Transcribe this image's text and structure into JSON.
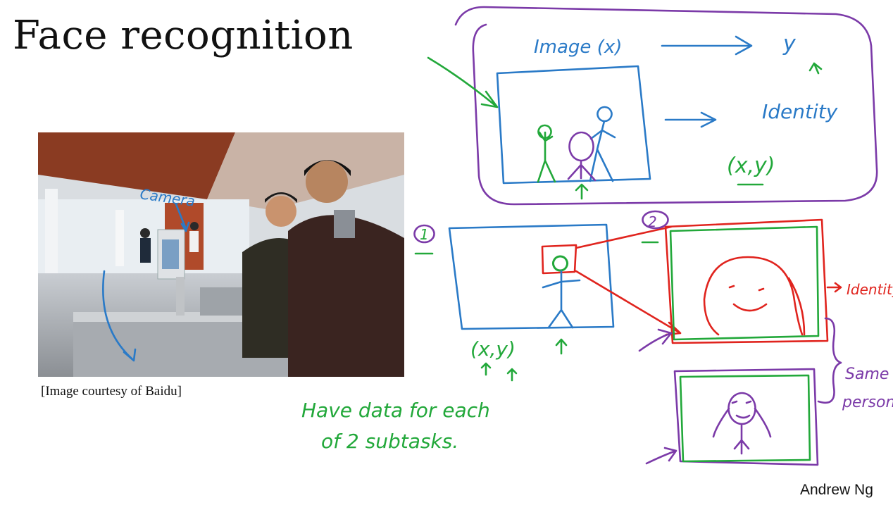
{
  "slide": {
    "title": "Face recognition",
    "caption": "[Image courtesy of Baidu]",
    "author": "Andrew Ng"
  },
  "annotations": {
    "photo_label": "Camera",
    "top_input": "Image (x)",
    "top_output": "y",
    "identity": "Identity",
    "xy_top": "(x,y)",
    "step1": "1",
    "step2": "2",
    "xy_bottom": "(x,y)",
    "identity_right": "Identity",
    "same_person_1": "Same",
    "same_person_2": "person?",
    "note_line1": "Have data for each",
    "note_line2": "of 2 subtasks."
  },
  "colors": {
    "blue": "#2a7ac7",
    "green": "#22a83a",
    "red": "#e0241e",
    "purple": "#7b3aa8"
  }
}
